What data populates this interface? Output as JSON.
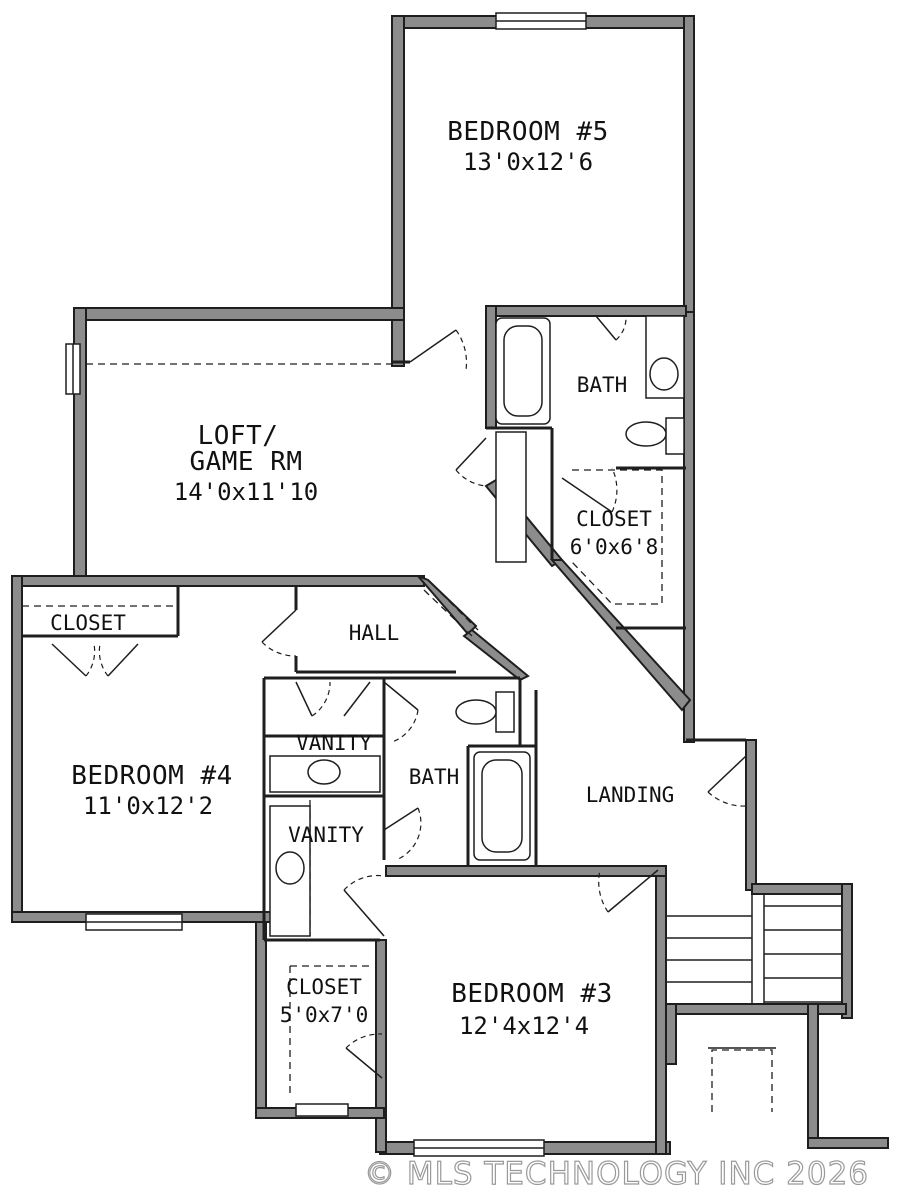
{
  "rooms": {
    "bedroom5": {
      "name": "BEDROOM #5",
      "dims": "13'0x12'6"
    },
    "bath_upper": {
      "name": "BATH"
    },
    "loft": {
      "name_line1": "LOFT/",
      "name_line2": "GAME RM",
      "dims": "14'0x11'10"
    },
    "closet_upper": {
      "name": "CLOSET",
      "dims": "6'0x6'8"
    },
    "closet_bed4": {
      "name": "CLOSET"
    },
    "hall": {
      "name": "HALL"
    },
    "bedroom4": {
      "name": "BEDROOM #4",
      "dims": "11'0x12'2"
    },
    "vanity1": {
      "name": "VANITY"
    },
    "vanity2": {
      "name": "VANITY"
    },
    "bath_lower": {
      "name": "BATH"
    },
    "landing": {
      "name": "LANDING"
    },
    "closet_lower": {
      "name": "CLOSET",
      "dims": "5'0x7'0"
    },
    "bedroom3": {
      "name": "BEDROOM #3",
      "dims": "12'4x12'4"
    }
  },
  "watermark": "© MLS TECHNOLOGY INC 2026",
  "colors": {
    "wall_fill": "#8c8c8c",
    "line": "#1e1e1e",
    "watermark": "#9a9a9a"
  }
}
